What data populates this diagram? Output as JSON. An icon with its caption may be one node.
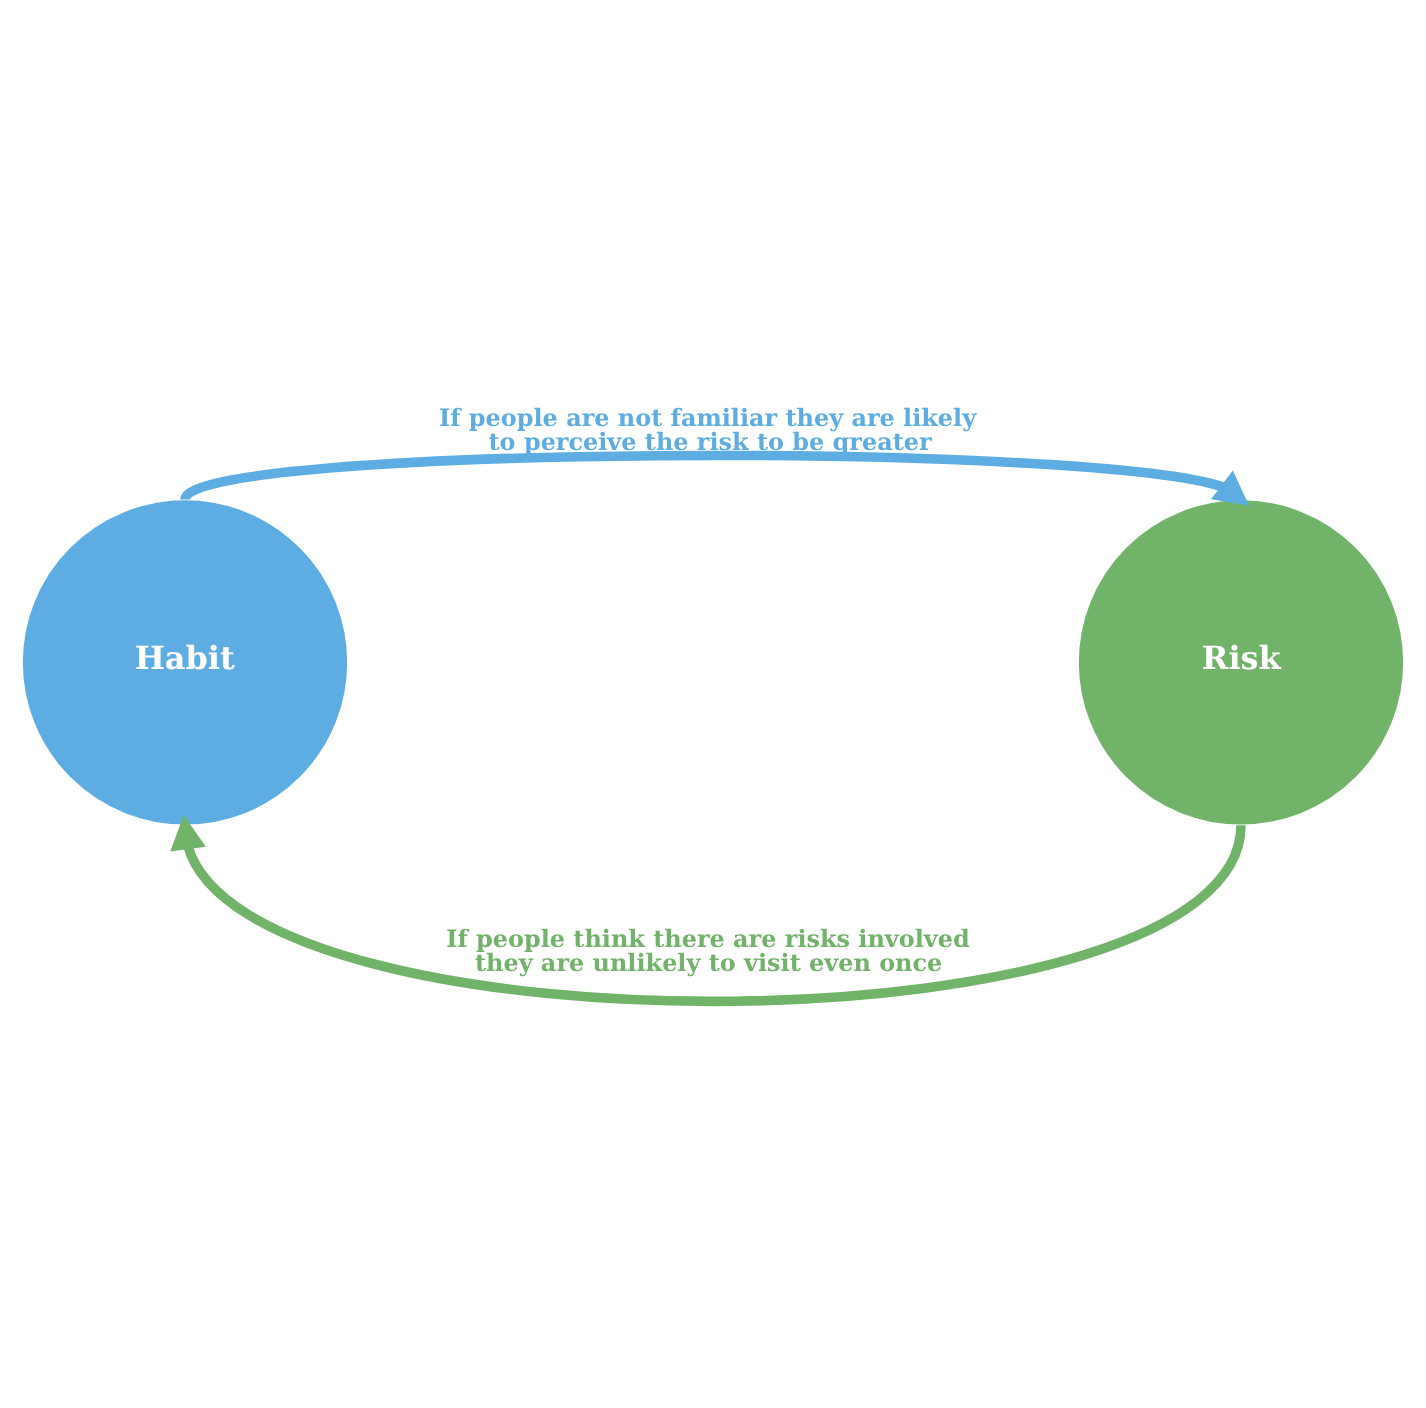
{
  "diagram": {
    "nodes": [
      {
        "text": [
          "Habit"
        ]
      },
      {
        "text": [
          "Risk"
        ]
      }
    ],
    "edges": [
      {
        "from": 0,
        "to": 1,
        "arrow": "to",
        "label": "If people are not familiar they are likely to perceive the risk to be greater",
        "color": "#5dade2"
      },
      {
        "from": 1,
        "to": 0,
        "arrow": "to",
        "label": "If people think there are risks involved they are unlikely to visit even once",
        "color": "#72b36a"
      }
    ]
  }
}
